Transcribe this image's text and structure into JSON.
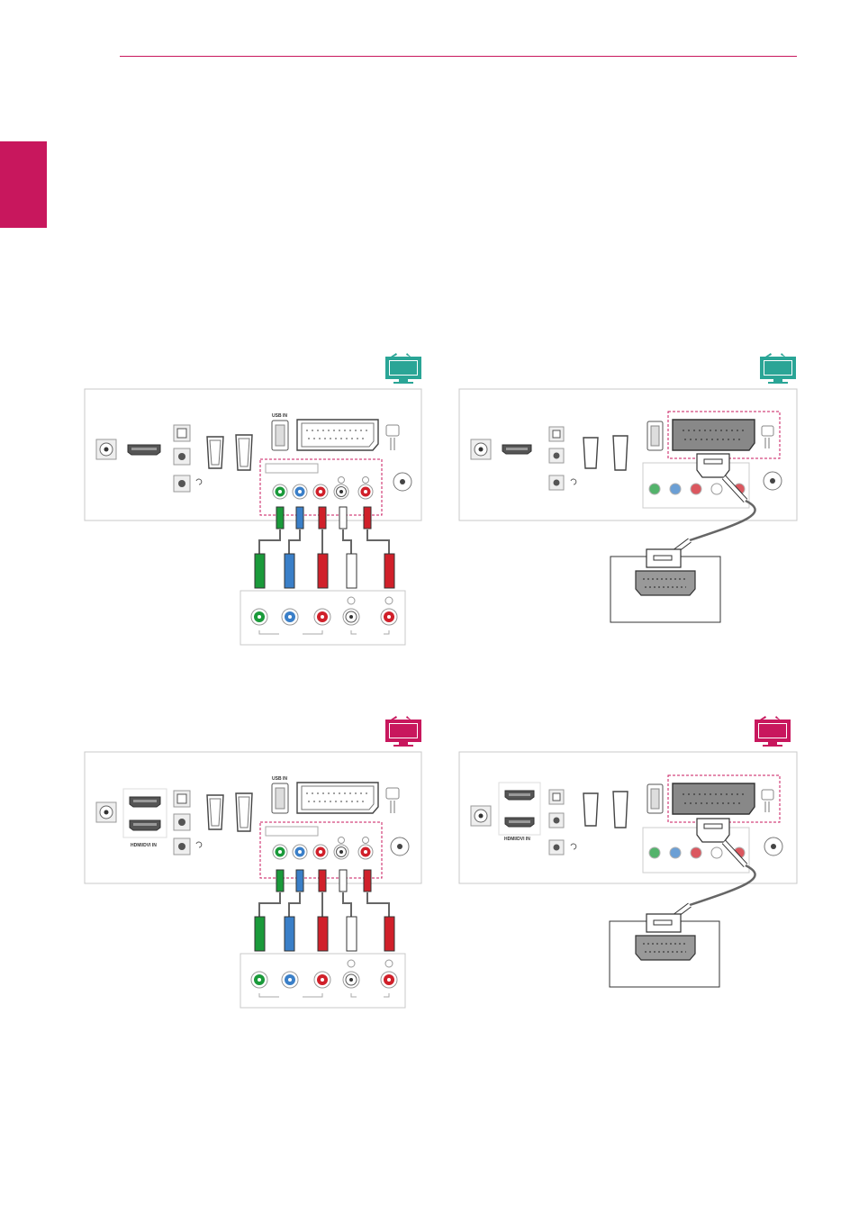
{
  "colors": {
    "accent": "#c8175d",
    "tv_teal": "#2aa596",
    "tv_magenta": "#c8175d",
    "jack_green": "#1a9a3a",
    "jack_blue": "#3a7fc8",
    "jack_red": "#d0202a",
    "jack_white": "#ffffff"
  },
  "icons": {
    "tv": "tv-icon",
    "hdmi": "hdmi-port-icon",
    "scart": "scart-port-icon",
    "usb": "usb-port-icon",
    "rca": "rca-jack-icon"
  },
  "figures": [
    {
      "tv_icon_color": "teal",
      "connection": "component",
      "port_labels": {
        "usb": "USB IN"
      }
    },
    {
      "tv_icon_color": "teal",
      "connection": "scart",
      "port_labels": {}
    },
    {
      "tv_icon_color": "magenta",
      "connection": "component",
      "port_labels": {
        "usb": "USB IN",
        "hdmi": "HDMI/DVI IN"
      }
    },
    {
      "tv_icon_color": "magenta",
      "connection": "scart",
      "port_labels": {
        "hdmi": "HDMI/DVI IN"
      }
    }
  ]
}
